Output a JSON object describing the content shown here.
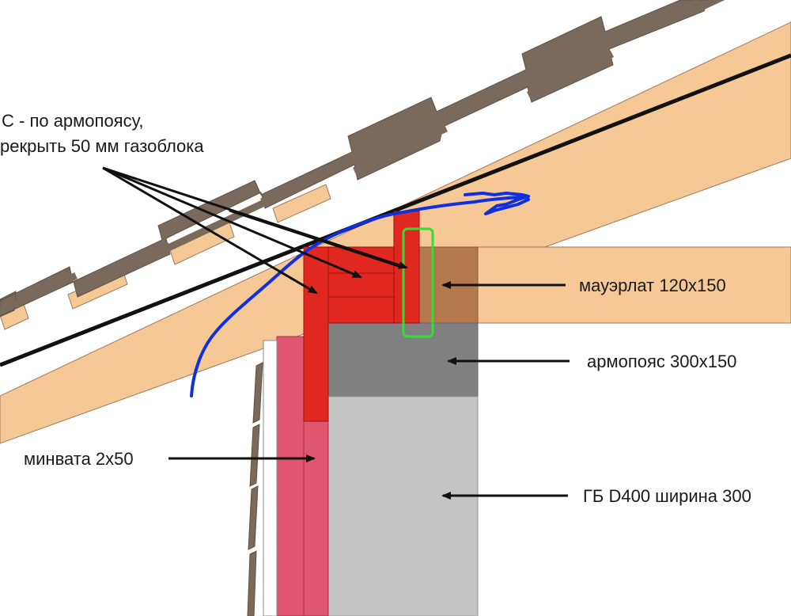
{
  "labels": {
    "annotation_line1": "С - по армопоясу,",
    "annotation_line2": "рекрыть 50 мм газоблока",
    "mauerlat": "мауэрлат 120х150",
    "armopoyas": "армопояс 300х150",
    "minvata": "минвата 2х50",
    "gazoblock": "ГБ D400 ширина 300"
  },
  "colors": {
    "timber": "#f6c896",
    "timber_edge": "#a0785a",
    "mauerlat": "#b3784e",
    "roof_tile": "#7a6a5c",
    "membrane_line": "#111111",
    "insulation_red": "#e02820",
    "insulation_pink": "#e05570",
    "armopoyas": "#808080",
    "gazoblock": "#c4c4c4",
    "highlight_green": "#33dd33",
    "sketch_blue": "#1030e0",
    "arrow": "#111111"
  }
}
